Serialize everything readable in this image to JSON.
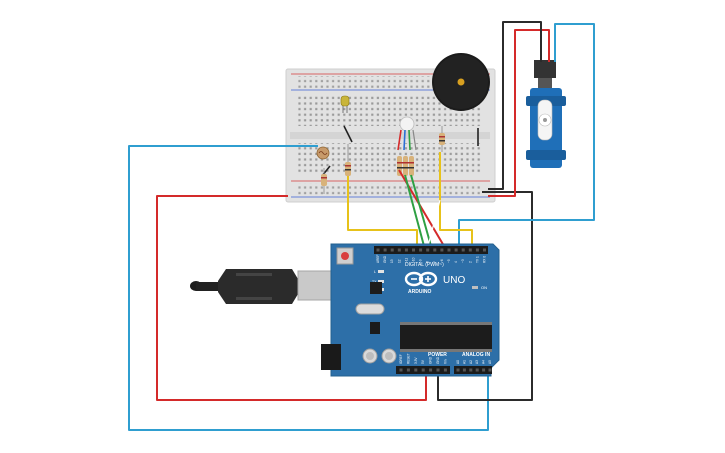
{
  "arduino": {
    "model": "UNO",
    "brand": "ARDUINO",
    "digital_label": "DIGITAL (PWM~)",
    "power_label": "POWER",
    "analog_label": "ANALOG IN",
    "on_label": "ON",
    "led_l": "L",
    "led_tx": "TX",
    "led_rx": "RX",
    "ioref": "IOREF",
    "digital_pins": [
      "AREF",
      "GND",
      "13",
      "12",
      "~11",
      "~10",
      "~9",
      "8",
      "7",
      "~6",
      "~5",
      "4",
      "~3",
      "2",
      "TX 1",
      "RX 0"
    ],
    "power_pins": [
      "IOREF",
      "RESET",
      "3.3V",
      "5V",
      "GND",
      "GND",
      "Vin"
    ],
    "analog_pins": [
      "A0",
      "A1",
      "A2",
      "A3",
      "A4",
      "A5"
    ]
  },
  "colors": {
    "board": "#2d6fa8",
    "breadboard": "#e3e3e3",
    "wire_red": "#d42a2a",
    "wire_black": "#2b2b2b",
    "wire_blue": "#2f9ed0",
    "wire_yellow": "#e7c21a",
    "wire_green": "#2ea043",
    "servo": "#1f6fb8",
    "buzzer": "#1b1b1b"
  },
  "components": [
    "breadboard",
    "photoresistor",
    "led",
    "resistors",
    "buzzer",
    "servo",
    "arduino-uno",
    "usb-cable"
  ]
}
